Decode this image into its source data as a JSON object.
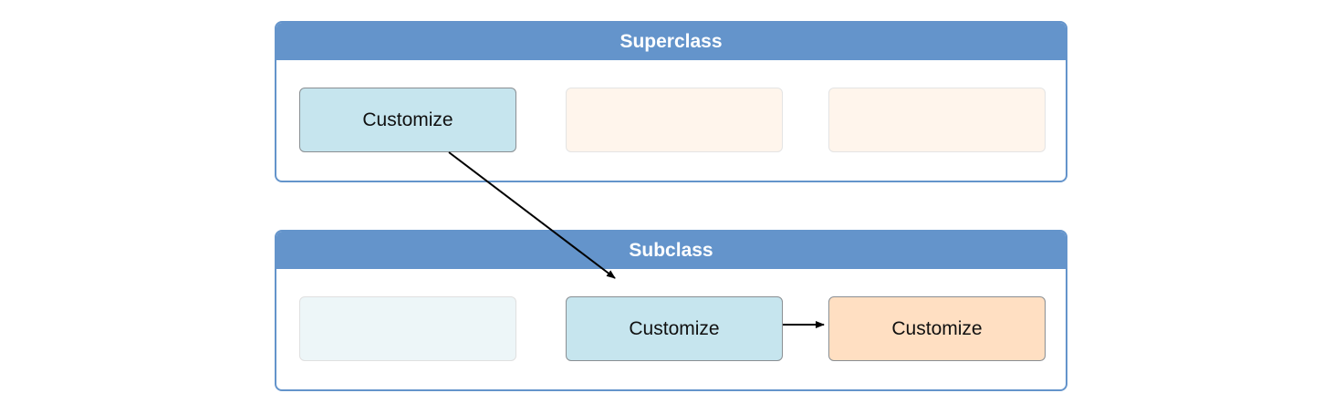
{
  "superclass": {
    "title": "Superclass",
    "methods": [
      {
        "label": "Customize",
        "style": "blue"
      },
      {
        "label": "",
        "style": "faint-orange"
      },
      {
        "label": "",
        "style": "faint-orange"
      }
    ]
  },
  "subclass": {
    "title": "Subclass",
    "methods": [
      {
        "label": "",
        "style": "faint-blue"
      },
      {
        "label": "Customize",
        "style": "blue"
      },
      {
        "label": "Customize",
        "style": "orange"
      }
    ]
  },
  "colors": {
    "header": "#6494cb",
    "method_blue": "#c6e5ee",
    "method_orange": "#ffdfc2",
    "arrow": "#000000"
  }
}
